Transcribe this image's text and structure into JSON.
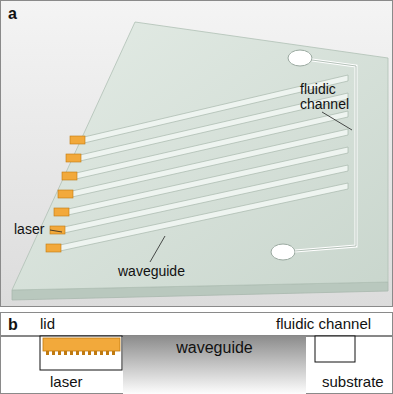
{
  "diagram": {
    "nodes": [
      {
        "text": [
          "a"
        ]
      },
      {
        "text": [
          "b"
        ]
      },
      {
        "text": [
          "waveguide"
        ],
        "in": 1
      }
    ],
    "labels": [
      "fluidic channel",
      "laser",
      "waveguide",
      "lid",
      "fluidic channel",
      "laser",
      "substrate"
    ]
  }
}
